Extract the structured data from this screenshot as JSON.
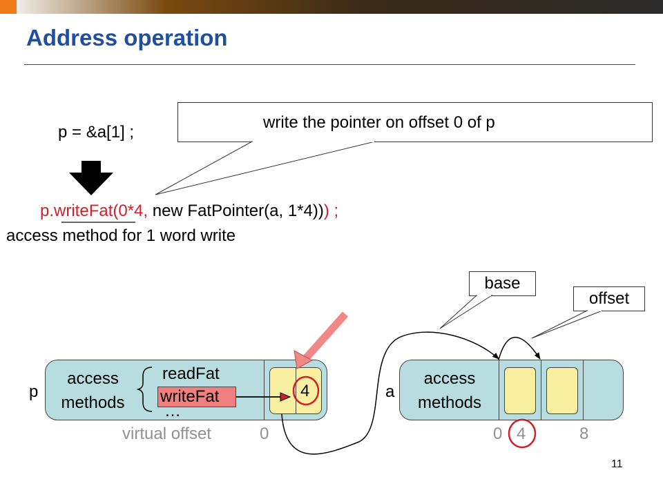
{
  "slide": {
    "title": "Address operation",
    "page_number": "11"
  },
  "code": {
    "source": "p = &a[1] ;",
    "callout": "write the pointer on offset 0 of p",
    "translated_red_1": "p.writeFat(0*4,",
    "translated_black": " new FatPointer(a, 1*4))",
    "translated_red_2": ") ;",
    "access_note": "access method for 1 word write"
  },
  "diagram": {
    "base_label": "base",
    "offset_label": "offset",
    "p_label": "p",
    "a_label": "a",
    "p_methods_line1": "access",
    "p_methods_line2": "methods",
    "read_fat": "readFat",
    "write_fat": "writeFat",
    "ellipsis": "…",
    "p_cell_value": "4",
    "a_methods_line1": "access",
    "a_methods_line2": "methods",
    "virtual_offset_label": "virtual offset",
    "p_offset_0": "0",
    "a_offset_0": "0",
    "a_offset_4": "4",
    "a_offset_8": "8"
  },
  "colors": {
    "title": "#1f4fa0",
    "highlight_red": "#d0202a",
    "object_fill": "#b8dde0",
    "cell_fill": "#f8f0a0",
    "writefat_fill": "#f08080",
    "arrow_pink": "#f08888"
  }
}
